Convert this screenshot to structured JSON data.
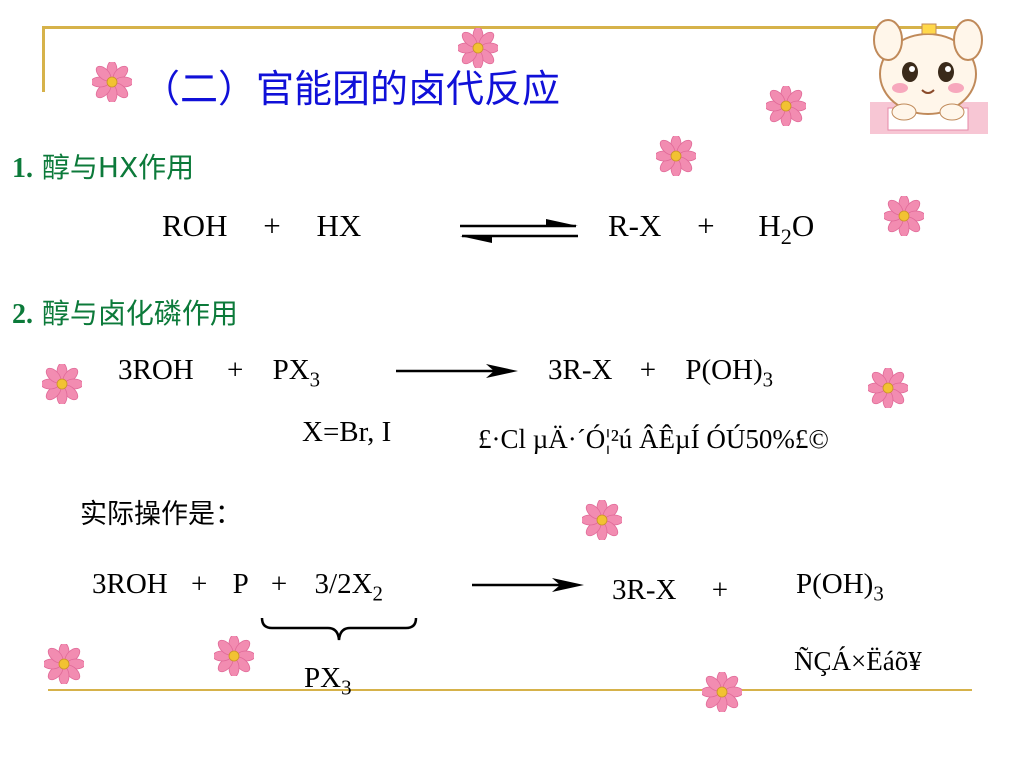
{
  "title": "（二）官能团的卤代反应",
  "section1": {
    "number": "1.",
    "heading": "醇与HX作用",
    "eq": {
      "r1": "ROH",
      "plus1": "+",
      "r2": "HX",
      "p1": "R-X",
      "plus2": "+",
      "p2_main": "H",
      "p2_sub": "2",
      "p2_tail": "O"
    }
  },
  "section2": {
    "number": "2.",
    "heading": "醇与卤化磷作用",
    "eq": {
      "r1": "3ROH",
      "plus1": "+",
      "r2_main": "PX",
      "r2_sub": "3",
      "p1": "3R-X",
      "plus2": "+",
      "p2_main": "P(OH)",
      "p2_sub": "3"
    },
    "condition": "X=Br, I",
    "garbled_note": "£·Cl µÄ·´Ó¦²ú ÂÊµÍ ÓÚ50%£©"
  },
  "practice": {
    "label": "实际操作是：",
    "eq": {
      "r1": "3ROH",
      "plus1": "+",
      "r2": "P",
      "plus2": "+",
      "r3_main": "3/2X",
      "r3_sub": "2",
      "p1": "3R-X",
      "plus3": "+",
      "p2_main": "P(OH)",
      "p2_sub": "3"
    },
    "brace_label_main": "PX",
    "brace_label_sub": "3",
    "garbled_note": "ÑÇÁ×Ëáõ¥"
  },
  "colors": {
    "title": "#1010d8",
    "heading": "#0c7a3a",
    "frame": "#d6b24a",
    "flower": "#f28cb1"
  },
  "icons": [
    "flower-icon",
    "cartoon-rabbit-mascot"
  ]
}
